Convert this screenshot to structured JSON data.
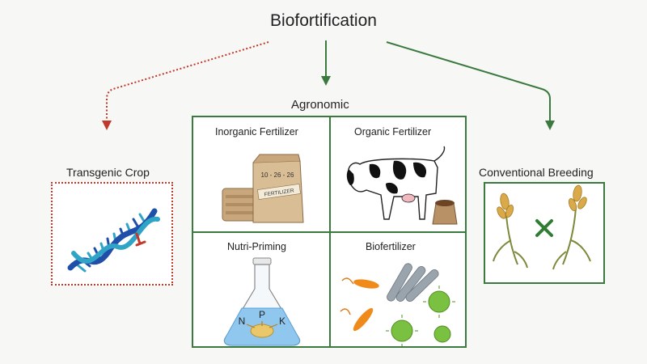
{
  "title": "Biofortification",
  "branches": {
    "transgenic": "Transgenic Crop",
    "agronomic": "Agronomic",
    "conventional": "Conventional Breeding"
  },
  "agronomic_cells": {
    "inorganic": "Inorganic Fertilizer",
    "organic": "Organic Fertilizer",
    "nutri_priming": "Nutri-Priming",
    "biofertilizer": "Biofertilizer"
  },
  "fertilizer_bag": {
    "ratio": "10 - 26 - 26",
    "label": "FERTILIZER"
  },
  "flask_labels": [
    "N",
    "P",
    "K"
  ],
  "colors": {
    "transgenic_arrow": "#c0392b",
    "green_arrow": "#3a7a3e",
    "dna_blue": "#1f4fa8",
    "dna_teal": "#2fa4c7"
  }
}
